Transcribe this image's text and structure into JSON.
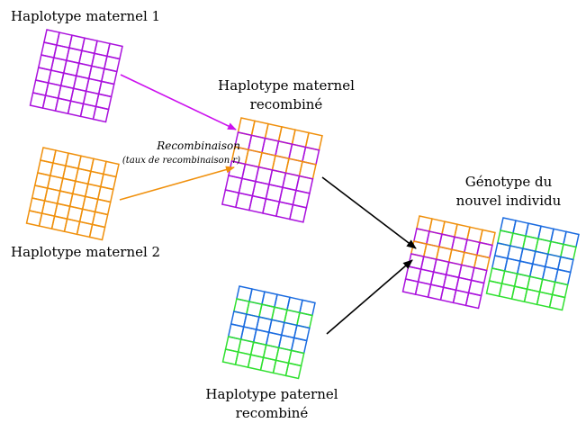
{
  "labels": {
    "haplo_mat_1": "Haplotype maternel 1",
    "haplo_mat_2": "Haplotype maternel 2",
    "haplo_mat_rec_line1": "Haplotype maternel",
    "haplo_mat_rec_line2": "recombiné",
    "recombination_line1": "Recombinaison",
    "recombination_line2": "(taux de recombinaison r)",
    "genotype_line1": "Génotype du",
    "genotype_line2": "nouvel individu",
    "haplo_pat_rec_line1": "Haplotype paternel",
    "haplo_pat_rec_line2": "recombiné"
  },
  "colors": {
    "purple": "#aa11dd",
    "orange": "#f0900c",
    "pink": "#ee3fa0",
    "blue": "#1a6be0",
    "green": "#30e030",
    "arrow_black": "#000000",
    "arrow_purple": "#cc11ee",
    "arrow_orange": "#f0900c"
  },
  "grids": {
    "maternal_1": [
      "purple",
      "purple",
      "purple",
      "purple",
      "purple",
      "purple"
    ],
    "maternal_2": [
      "orange",
      "orange",
      "orange",
      "orange",
      "orange",
      "orange"
    ],
    "maternal_recombined": [
      "orange",
      "purple",
      "orange",
      "purple",
      "purple",
      "purple"
    ],
    "paternal_recombined": [
      "blue",
      "green",
      "blue",
      "blue",
      "green",
      "green"
    ],
    "genotype_maternal": [
      "orange",
      "purple",
      "orange",
      "purple",
      "purple",
      "purple"
    ],
    "genotype_paternal": [
      "blue",
      "green",
      "blue",
      "blue",
      "green",
      "green"
    ]
  }
}
